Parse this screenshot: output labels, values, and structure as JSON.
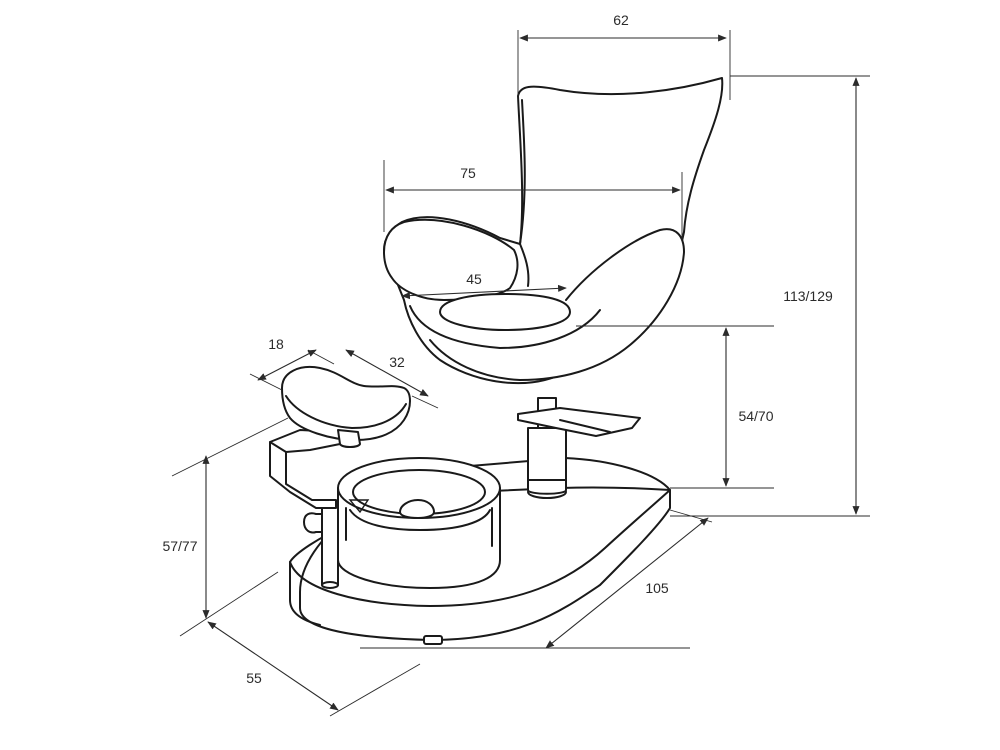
{
  "dimensions": {
    "backrest_width": "62",
    "armrest_width": "75",
    "seat_width": "45",
    "total_height": "113/129",
    "seat_height": "54/70",
    "footrest_depth": "18",
    "footrest_width": "32",
    "footrest_height": "57/77",
    "base_width": "55",
    "base_length": "105"
  },
  "colors": {
    "line": "#1a1a1a",
    "dimension": "#2b2b2b",
    "background": "#ffffff"
  }
}
